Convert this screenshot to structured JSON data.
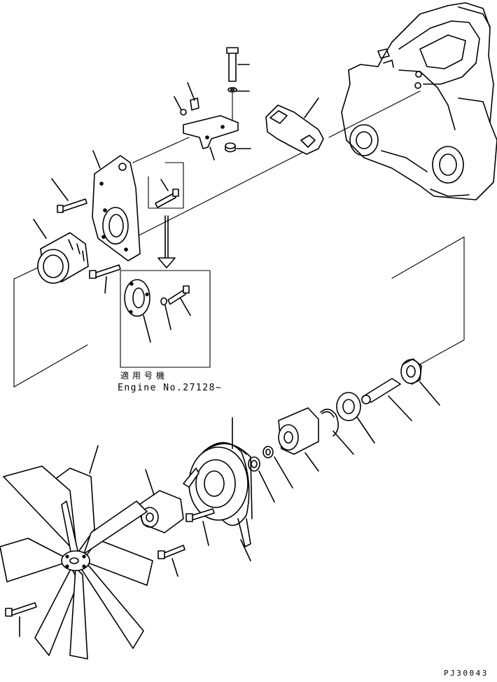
{
  "diagram": {
    "note_jp": "適用号機",
    "note_en": "Engine No.27128~",
    "part_code": "PJ30043"
  }
}
